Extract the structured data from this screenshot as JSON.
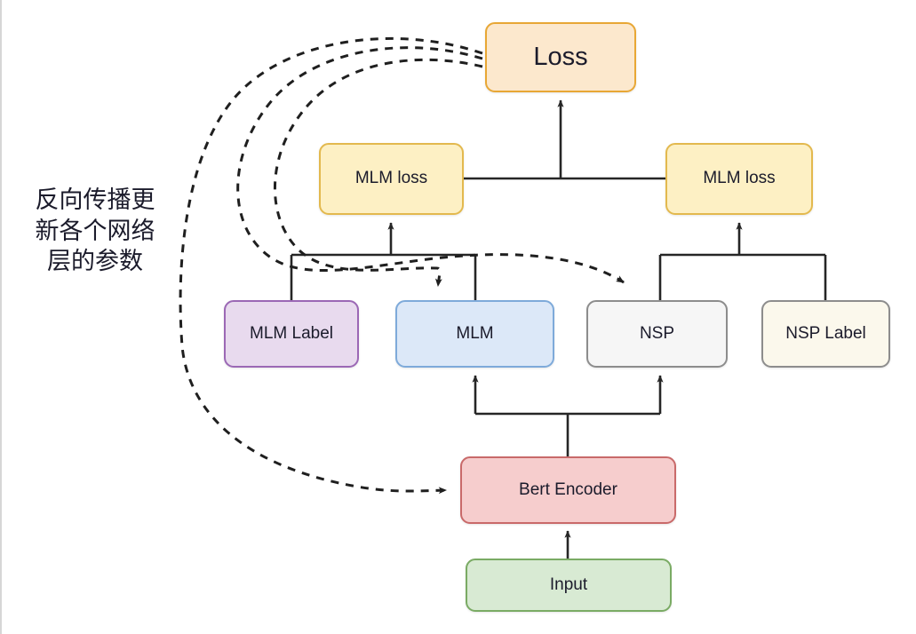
{
  "diagram": {
    "title": "BERT pretraining loss and backpropagation diagram",
    "background_color": "#ffffff",
    "nodes": [
      {
        "id": "loss",
        "label": "Loss",
        "fill": "#fce8cd",
        "stroke": "#e8a735"
      },
      {
        "id": "mlm_loss_l",
        "label": "MLM loss",
        "fill": "#fdf0c4",
        "stroke": "#e3b94e"
      },
      {
        "id": "mlm_loss_r",
        "label": "MLM loss",
        "fill": "#fdf0c4",
        "stroke": "#e3b94e"
      },
      {
        "id": "mlm_label",
        "label": "MLM Label",
        "fill": "#e8daee",
        "stroke": "#9b68b5"
      },
      {
        "id": "mlm",
        "label": "MLM",
        "fill": "#dce8f8",
        "stroke": "#7eaada"
      },
      {
        "id": "nsp",
        "label": "NSP",
        "fill": "#f6f6f6",
        "stroke": "#8d8d8d"
      },
      {
        "id": "nsp_label",
        "label": "NSP Label",
        "fill": "#fbf8ec",
        "stroke": "#8d8d8d"
      },
      {
        "id": "bert",
        "label": "Bert Encoder",
        "fill": "#f6cdcd",
        "stroke": "#c96a6a"
      },
      {
        "id": "input",
        "label": "Input",
        "fill": "#d8ead3",
        "stroke": "#7aab64"
      }
    ],
    "annotation": {
      "full_text": "反向传播更新各个网络层的参数",
      "line1": "反向传播更",
      "line2": "新各个网络",
      "line3": "层的参数",
      "color": "#1b1b2b"
    },
    "edges": [
      {
        "from": "input",
        "to": "bert",
        "style": "solid",
        "arrow": true
      },
      {
        "from": "bert",
        "to": "mlm",
        "style": "solid",
        "arrow": true
      },
      {
        "from": "bert",
        "to": "nsp",
        "style": "solid",
        "arrow": true
      },
      {
        "from": "mlm_label",
        "to": "mlm_loss_l",
        "style": "solid",
        "arrow": true
      },
      {
        "from": "mlm",
        "to": "mlm_loss_l",
        "style": "solid",
        "arrow": true
      },
      {
        "from": "nsp",
        "to": "mlm_loss_r",
        "style": "solid",
        "arrow": true
      },
      {
        "from": "nsp_label",
        "to": "mlm_loss_r",
        "style": "solid",
        "arrow": true
      },
      {
        "from": "mlm_loss_l",
        "to": "loss",
        "style": "solid",
        "arrow": true
      },
      {
        "from": "mlm_loss_r",
        "to": "loss",
        "style": "solid",
        "arrow": true
      },
      {
        "from": "loss",
        "to": "mlm",
        "style": "dashed",
        "arrow": true
      },
      {
        "from": "loss",
        "to": "nsp",
        "style": "dashed",
        "arrow": true
      },
      {
        "from": "loss",
        "to": "bert",
        "style": "dashed",
        "arrow": true
      }
    ],
    "edge_colors": {
      "solid": "#262626",
      "dashed": "#1f1f1f"
    }
  }
}
